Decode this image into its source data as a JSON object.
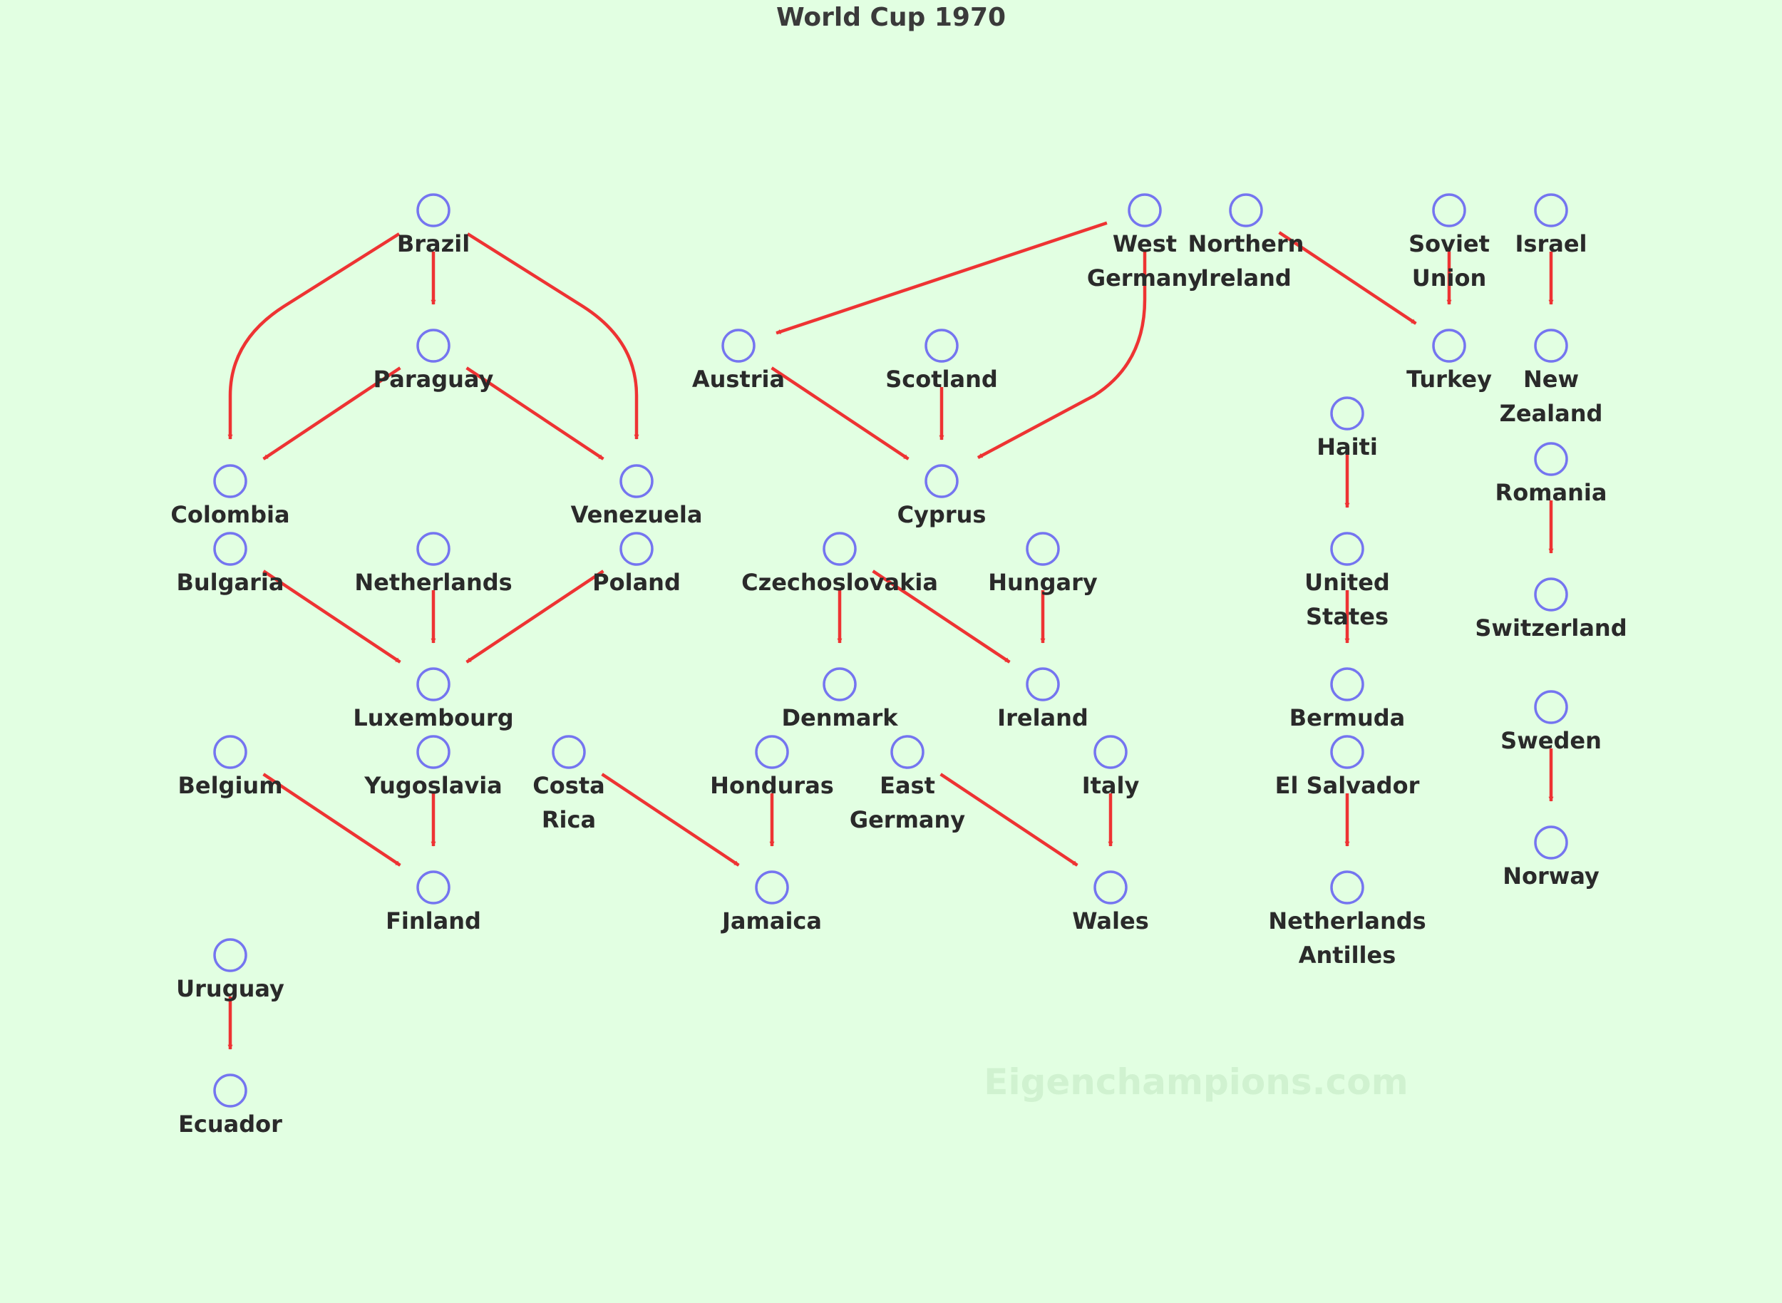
{
  "title": "World Cup 1970",
  "watermark": "Eigenchampions.com",
  "colors": {
    "background": "#e2ffe2",
    "node_stroke": "#7575f0",
    "edge": "#ee3333",
    "label": "#2a2a2a"
  },
  "teams": [
    {
      "id": "brazil",
      "lines": [
        "Brazil"
      ]
    },
    {
      "id": "paraguay",
      "lines": [
        "Paraguay"
      ]
    },
    {
      "id": "colombia",
      "lines": [
        "Colombia"
      ]
    },
    {
      "id": "venezuela",
      "lines": [
        "Venezuela"
      ]
    },
    {
      "id": "bulgaria",
      "lines": [
        "Bulgaria"
      ]
    },
    {
      "id": "netherlands",
      "lines": [
        "Netherlands"
      ]
    },
    {
      "id": "poland",
      "lines": [
        "Poland"
      ]
    },
    {
      "id": "luxembourg",
      "lines": [
        "Luxembourg"
      ]
    },
    {
      "id": "belgium",
      "lines": [
        "Belgium"
      ]
    },
    {
      "id": "yugoslavia",
      "lines": [
        "Yugoslavia"
      ]
    },
    {
      "id": "finland",
      "lines": [
        "Finland"
      ]
    },
    {
      "id": "uruguay",
      "lines": [
        "Uruguay"
      ]
    },
    {
      "id": "ecuador",
      "lines": [
        "Ecuador"
      ]
    },
    {
      "id": "costa-rica",
      "lines": [
        "Costa",
        "Rica"
      ]
    },
    {
      "id": "honduras",
      "lines": [
        "Honduras"
      ]
    },
    {
      "id": "jamaica",
      "lines": [
        "Jamaica"
      ]
    },
    {
      "id": "austria",
      "lines": [
        "Austria"
      ]
    },
    {
      "id": "scotland",
      "lines": [
        "Scotland"
      ]
    },
    {
      "id": "cyprus",
      "lines": [
        "Cyprus"
      ]
    },
    {
      "id": "west-germany",
      "lines": [
        "West",
        "Germany"
      ]
    },
    {
      "id": "czechoslovakia",
      "lines": [
        "Czechoslovakia"
      ]
    },
    {
      "id": "hungary",
      "lines": [
        "Hungary"
      ]
    },
    {
      "id": "denmark",
      "lines": [
        "Denmark"
      ]
    },
    {
      "id": "ireland",
      "lines": [
        "Ireland"
      ]
    },
    {
      "id": "east-germany",
      "lines": [
        "East",
        "Germany"
      ]
    },
    {
      "id": "italy",
      "lines": [
        "Italy"
      ]
    },
    {
      "id": "wales",
      "lines": [
        "Wales"
      ]
    },
    {
      "id": "northern-ireland",
      "lines": [
        "Northern",
        "Ireland"
      ]
    },
    {
      "id": "soviet-union",
      "lines": [
        "Soviet",
        "Union"
      ]
    },
    {
      "id": "turkey",
      "lines": [
        "Turkey"
      ]
    },
    {
      "id": "israel",
      "lines": [
        "Israel"
      ]
    },
    {
      "id": "new-zealand",
      "lines": [
        "New",
        "Zealand"
      ]
    },
    {
      "id": "haiti",
      "lines": [
        "Haiti"
      ]
    },
    {
      "id": "united-states",
      "lines": [
        "United",
        "States"
      ]
    },
    {
      "id": "bermuda",
      "lines": [
        "Bermuda"
      ]
    },
    {
      "id": "el-salvador",
      "lines": [
        "El Salvador"
      ]
    },
    {
      "id": "netherlands-antilles",
      "lines": [
        "Netherlands",
        "Antilles"
      ]
    },
    {
      "id": "romania",
      "lines": [
        "Romania"
      ]
    },
    {
      "id": "switzerland",
      "lines": [
        "Switzerland"
      ]
    },
    {
      "id": "sweden",
      "lines": [
        "Sweden"
      ]
    },
    {
      "id": "norway",
      "lines": [
        "Norway"
      ]
    }
  ],
  "wins": [
    [
      "brazil",
      "paraguay"
    ],
    [
      "brazil",
      "colombia"
    ],
    [
      "brazil",
      "venezuela"
    ],
    [
      "paraguay",
      "colombia"
    ],
    [
      "paraguay",
      "venezuela"
    ],
    [
      "bulgaria",
      "luxembourg"
    ],
    [
      "netherlands",
      "luxembourg"
    ],
    [
      "poland",
      "luxembourg"
    ],
    [
      "belgium",
      "finland"
    ],
    [
      "yugoslavia",
      "finland"
    ],
    [
      "uruguay",
      "ecuador"
    ],
    [
      "costa-rica",
      "jamaica"
    ],
    [
      "honduras",
      "jamaica"
    ],
    [
      "west-germany",
      "austria"
    ],
    [
      "west-germany",
      "cyprus"
    ],
    [
      "austria",
      "cyprus"
    ],
    [
      "scotland",
      "cyprus"
    ],
    [
      "czechoslovakia",
      "denmark"
    ],
    [
      "czechoslovakia",
      "ireland"
    ],
    [
      "hungary",
      "ireland"
    ],
    [
      "east-germany",
      "wales"
    ],
    [
      "italy",
      "wales"
    ],
    [
      "northern-ireland",
      "turkey"
    ],
    [
      "soviet-union",
      "turkey"
    ],
    [
      "israel",
      "new-zealand"
    ],
    [
      "haiti",
      "united-states"
    ],
    [
      "united-states",
      "bermuda"
    ],
    [
      "el-salvador",
      "netherlands-antilles"
    ],
    [
      "romania",
      "switzerland"
    ],
    [
      "sweden",
      "norway"
    ]
  ]
}
